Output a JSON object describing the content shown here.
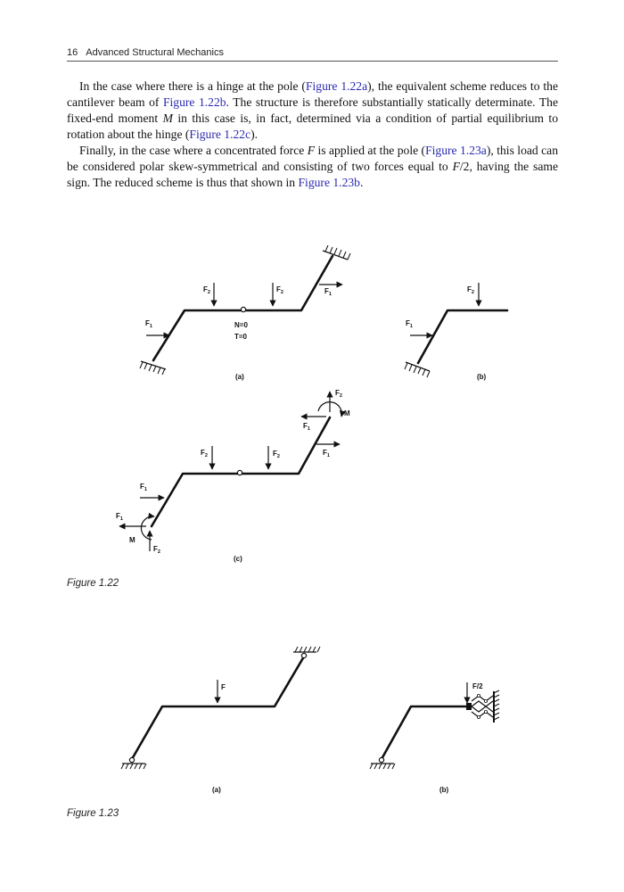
{
  "running_head": {
    "page_number": "16",
    "title": "Advanced Structural Mechanics"
  },
  "paragraph1": {
    "t1": "In the case where there is a hinge at the pole (",
    "ref1": "Figure 1.22a",
    "t2": "), the equivalent scheme reduces to the cantilever beam of ",
    "ref2": "Figure 1.22b",
    "t3": ". The structure is therefore substantially statically determinate. The fixed-end moment ",
    "var_m": "M",
    "t4": " in this case is, in fact, determined via a condition of partial equilibrium to rotation about the hinge (",
    "ref3": "Figure 1.22c",
    "t5": ")."
  },
  "paragraph2": {
    "t1": "Finally, in the case where a concentrated force ",
    "var_f": "F",
    "t2": " is applied at the pole (",
    "ref1": "Figure 1.23a",
    "t3": "), this load can be considered polar skew-symmetrical and consisting of two forces equal to ",
    "var_f2": "F",
    "t4": "/2, having the same sign. The reduced scheme is thus that shown in ",
    "ref2": "Figure 1.23b",
    "t5": "."
  },
  "figure_1_22": {
    "caption": "Figure 1.22",
    "force_f": "F",
    "sub1": "1",
    "sub2": "2",
    "normal_force": "N=0",
    "shear_force": "T=0",
    "moment": "M",
    "label_a": "(a)",
    "label_b": "(b)",
    "label_c": "(c)"
  },
  "figure_1_23": {
    "caption": "Figure 1.23",
    "force": "F",
    "half_force": "F/2",
    "label_a": "(a)",
    "label_b": "(b)"
  }
}
